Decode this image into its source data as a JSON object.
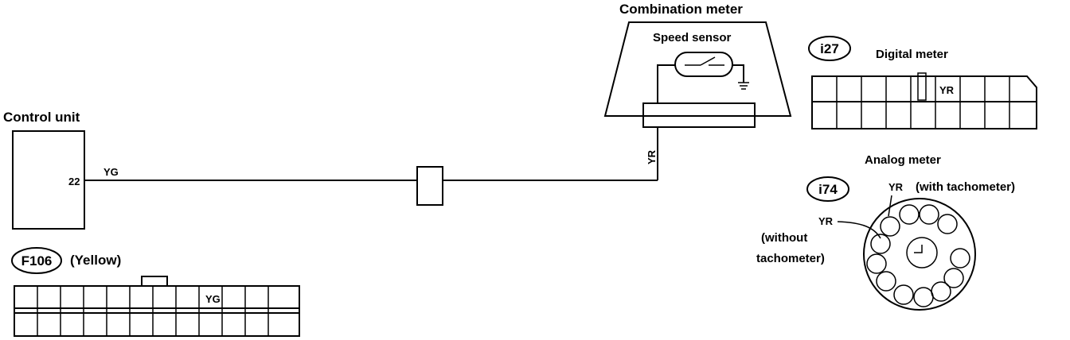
{
  "labels": {
    "combination_meter": "Combination meter",
    "speed_sensor": "Speed sensor",
    "control_unit": "Control unit",
    "pin_22": "22",
    "wire_yg": "YG",
    "wire_yr": "YR",
    "connector_f106": "F106",
    "connector_f106_color": "(Yellow)",
    "f106_cell": "YG",
    "connector_i27": "i27",
    "digital_meter": "Digital meter",
    "i27_cell": "YR",
    "analog_meter": "Analog meter",
    "connector_i74": "i74",
    "yr_with": "YR",
    "with_tachometer": "(with tachometer)",
    "yr_without": "YR",
    "without_line1": "(without",
    "without_line2": "tachometer)"
  }
}
